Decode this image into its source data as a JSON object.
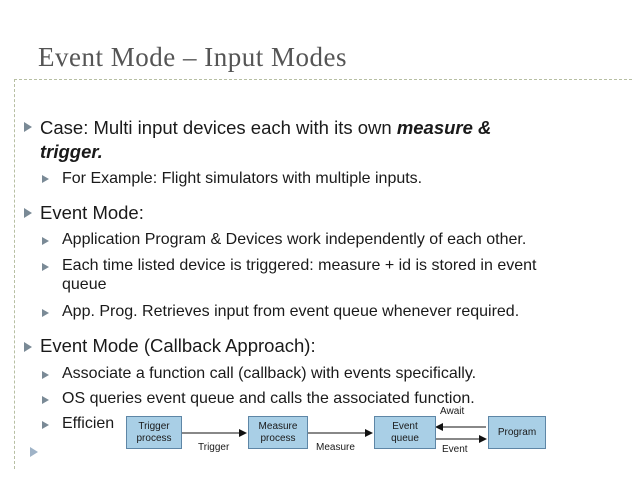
{
  "title": "Event Mode – Input Modes",
  "bullets": {
    "case_prefix": "Case: Multi input devices each with its own ",
    "case_emph_1": "measure &",
    "case_emph_2": "trigger.",
    "example": "For Example: Flight simulators with multiple inputs.",
    "event_mode": "Event Mode:",
    "independent": "Application Program & Devices work independently of each other.",
    "triggered_1": "Each time listed device is triggered: measure + id is stored in event",
    "triggered_2": "queue",
    "retrieves": "App. Prog. Retrieves input from event queue whenever required.",
    "callback_mode": "Event Mode (Callback Approach):",
    "associate": "Associate a function call (callback) with events specifically.",
    "os_queries": "OS queries event queue and calls the associated function.",
    "efficient": "Efficien"
  },
  "diagram": {
    "trigger_process_1": "Trigger",
    "trigger_process_2": "process",
    "measure_process_1": "Measure",
    "measure_process_2": "process",
    "event_queue_1": "Event",
    "event_queue_2": "queue",
    "program": "Program",
    "trigger_label": "Trigger",
    "measure_label": "Measure",
    "await_label": "Await",
    "event_label": "Event",
    "box_color": "#a9cfe6"
  }
}
